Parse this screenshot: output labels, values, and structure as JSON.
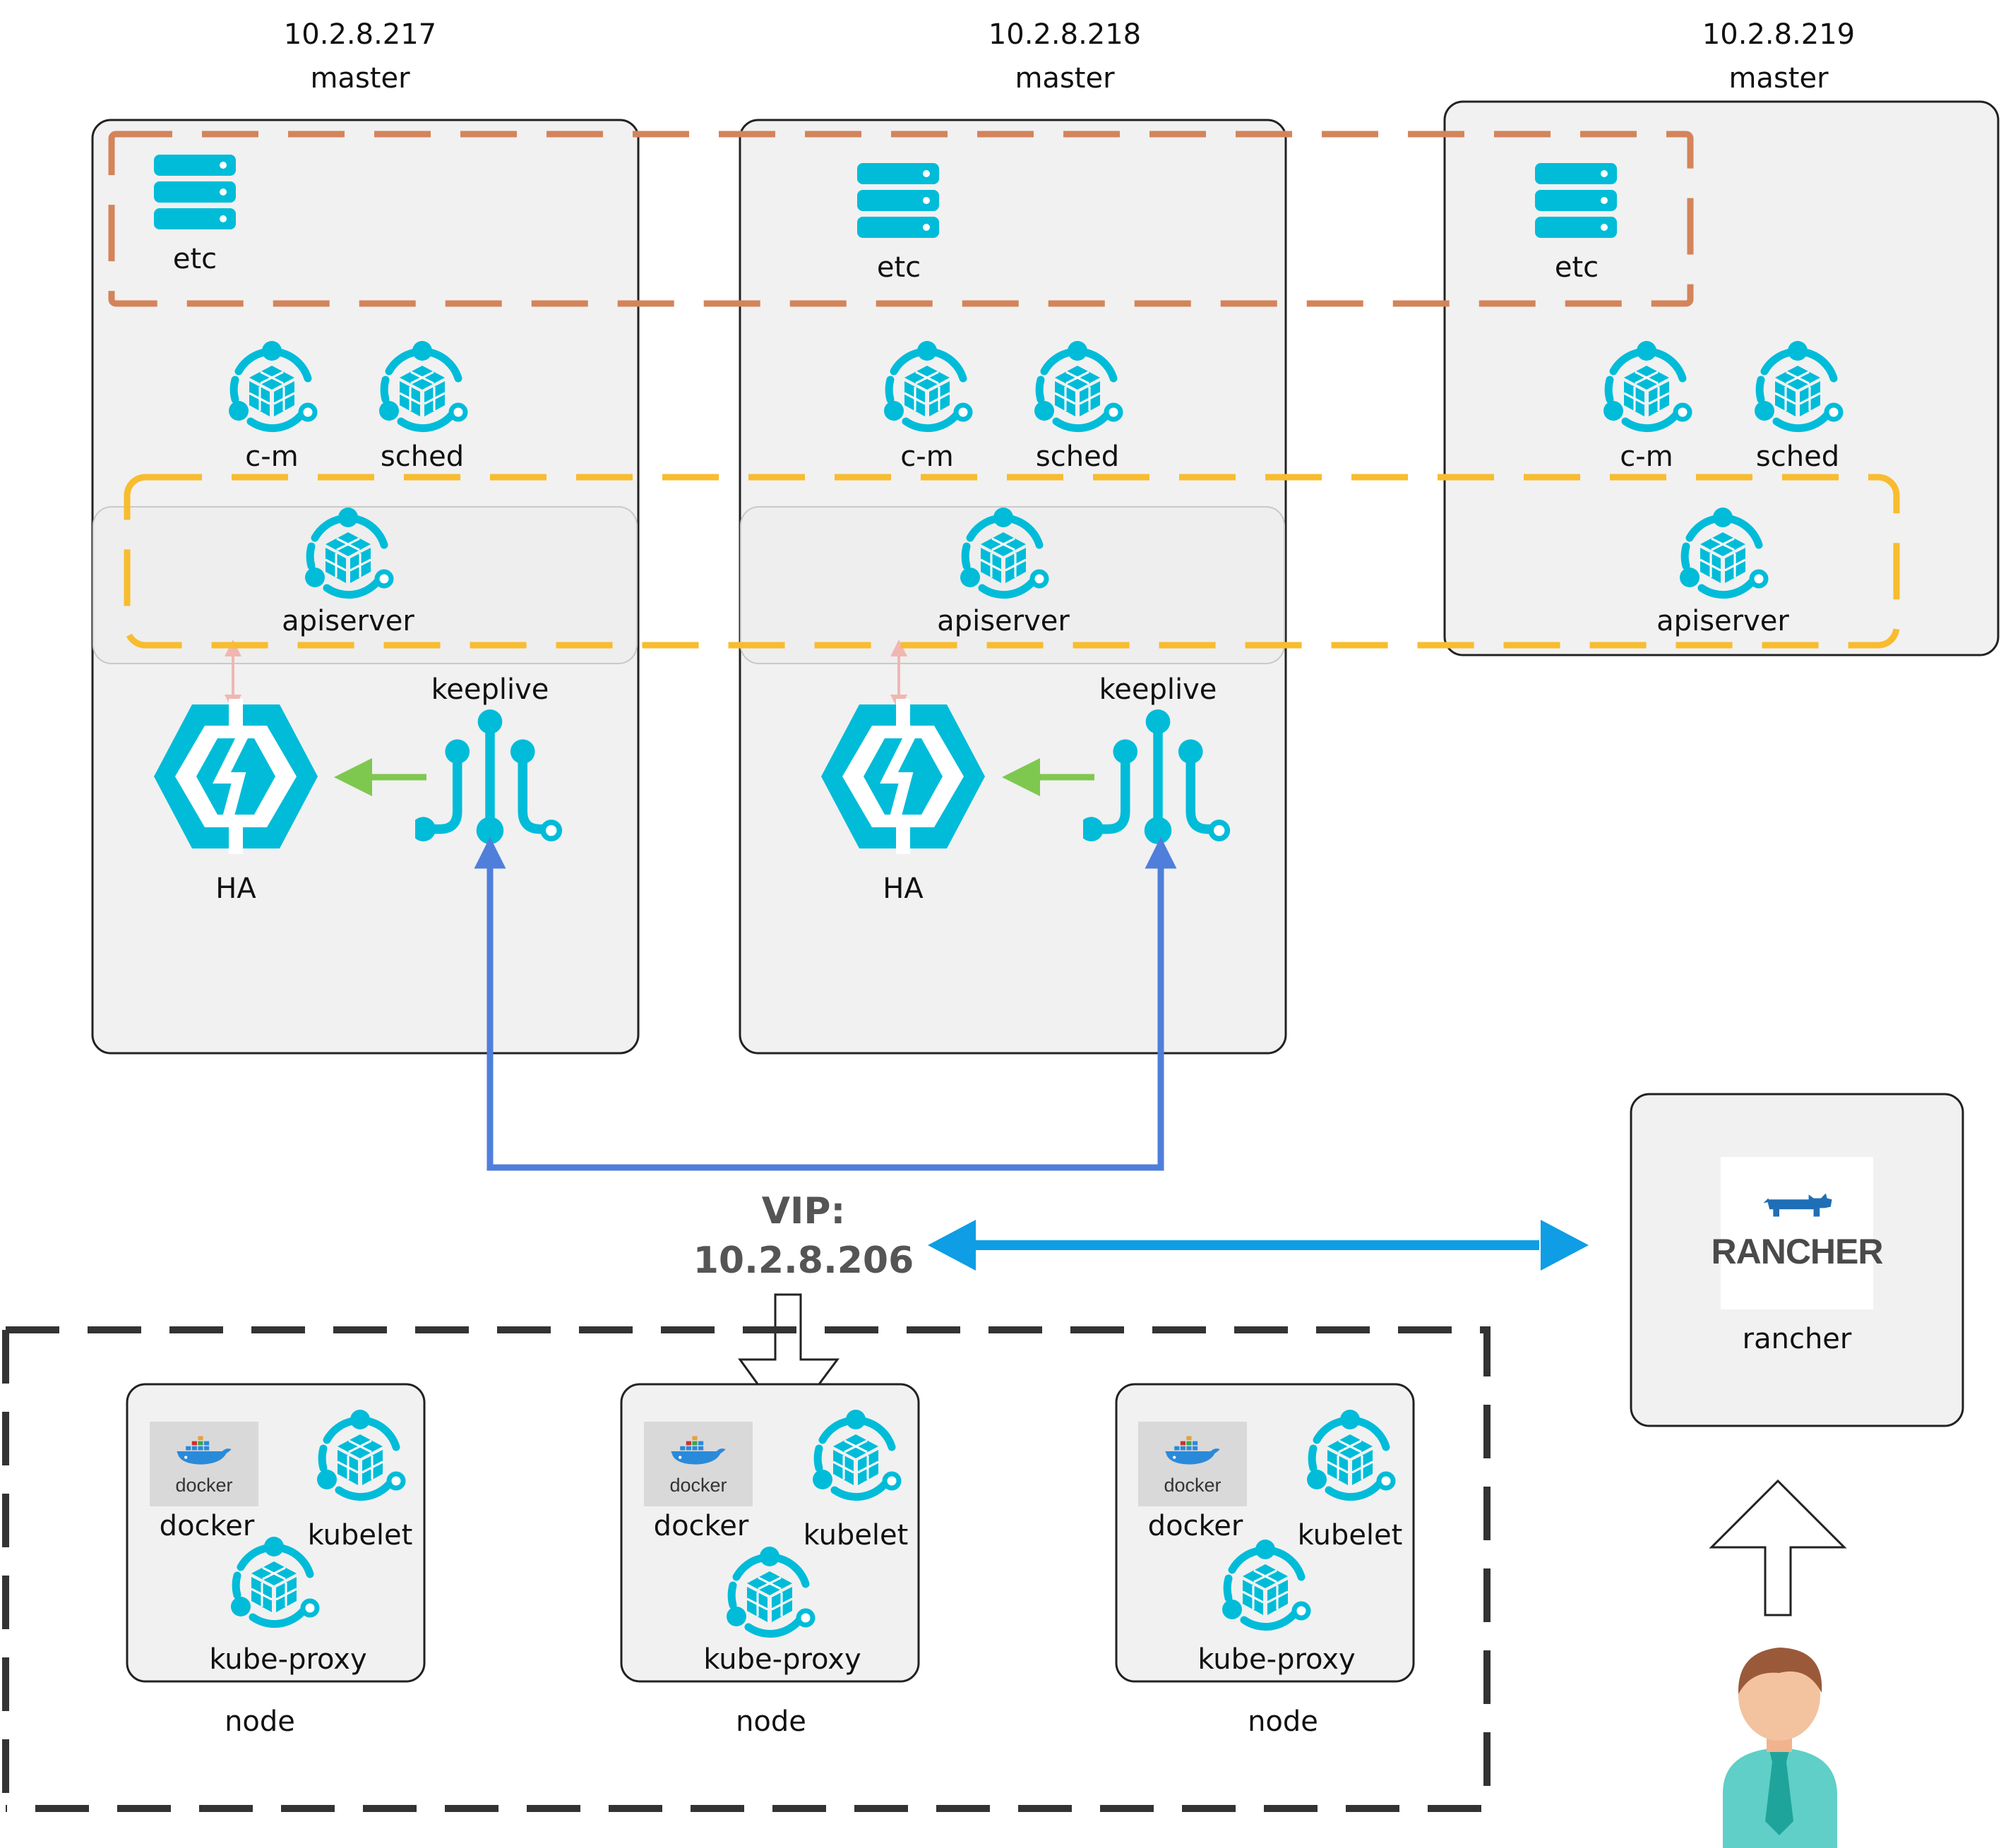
{
  "colors": {
    "icon": "#00BCD9",
    "etcd_group": "#D4845A",
    "apiserver_group": "#F8BC2E",
    "keepalived_link": "#4F7FDB",
    "vip_link": "#0F9DE5",
    "ha_arrow": "#7FC850",
    "api_ha_link": "#F1B6B2",
    "node_group": "#333333",
    "box_fill": "#F1F1F1"
  },
  "masters": [
    {
      "ip": "10.2.8.217",
      "role": "master",
      "etcd": {
        "label": "etc",
        "icon": "server-stack-icon"
      },
      "controller_manager": {
        "label": "c-m",
        "icon": "kubernetes-component-icon"
      },
      "scheduler": {
        "label": "sched",
        "icon": "kubernetes-component-icon"
      },
      "apiserver": {
        "label": "apiserver",
        "icon": "kubernetes-component-icon"
      },
      "ha": {
        "label": "HA",
        "icon": "load-balancer-icon"
      },
      "keepalived": {
        "label": "keeplive",
        "icon": "keepalived-icon"
      }
    },
    {
      "ip": "10.2.8.218",
      "role": "master",
      "etcd": {
        "label": "etc",
        "icon": "server-stack-icon"
      },
      "controller_manager": {
        "label": "c-m",
        "icon": "kubernetes-component-icon"
      },
      "scheduler": {
        "label": "sched",
        "icon": "kubernetes-component-icon"
      },
      "apiserver": {
        "label": "apiserver",
        "icon": "kubernetes-component-icon"
      },
      "ha": {
        "label": "HA",
        "icon": "load-balancer-icon"
      },
      "keepalived": {
        "label": "keeplive",
        "icon": "keepalived-icon"
      }
    },
    {
      "ip": "10.2.8.219",
      "role": "master",
      "etcd": {
        "label": "etc",
        "icon": "server-stack-icon"
      },
      "controller_manager": {
        "label": "c-m",
        "icon": "kubernetes-component-icon"
      },
      "scheduler": {
        "label": "sched",
        "icon": "kubernetes-component-icon"
      },
      "apiserver": {
        "label": "apiserver",
        "icon": "kubernetes-component-icon"
      }
    }
  ],
  "vip": {
    "line1": "VIP:",
    "line2": "10.2.8.206"
  },
  "nodes": [
    {
      "label": "node",
      "docker": {
        "label": "docker",
        "logo_text": "docker"
      },
      "kubelet": "kubelet",
      "kube_proxy": "kube-proxy"
    },
    {
      "label": "node",
      "docker": {
        "label": "docker",
        "logo_text": "docker"
      },
      "kubelet": "kubelet",
      "kube_proxy": "kube-proxy"
    },
    {
      "label": "node",
      "docker": {
        "label": "docker",
        "logo_text": "docker"
      },
      "kubelet": "kubelet",
      "kube_proxy": "kube-proxy"
    }
  ],
  "rancher": {
    "label": "rancher",
    "logo_text": "RANCHER",
    "icon": "rancher-cow-icon"
  },
  "user": {
    "icon": "user-avatar-icon"
  }
}
